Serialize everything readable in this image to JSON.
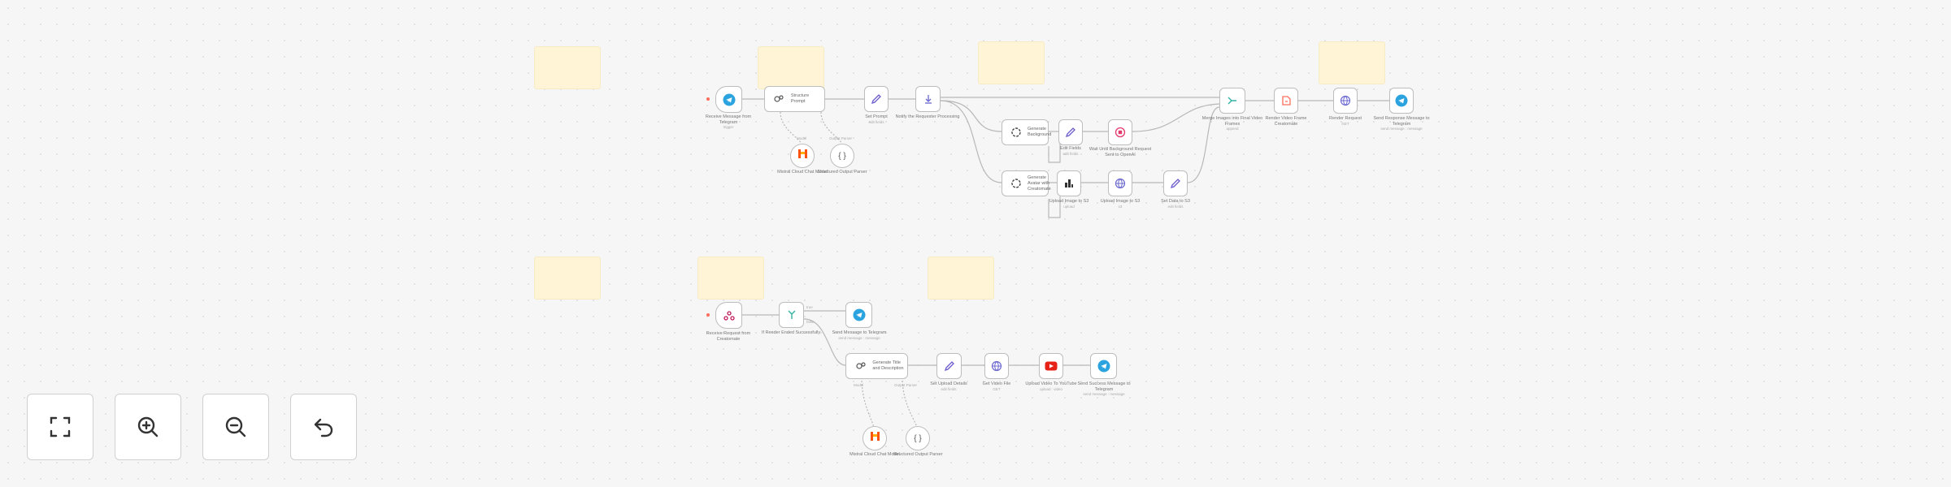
{
  "workflow": {
    "nodes": {
      "telegram_trigger": {
        "label": "Receive Message from Telegram",
        "sub": "trigger"
      },
      "extract_prompt": {
        "label": "Structure Prompt"
      },
      "set_prompt": {
        "label": "Set Prompt",
        "sub": "edit fields"
      },
      "notify_processing": {
        "label": "Notify the Requester Processing",
        "sub": ""
      },
      "generate_background": {
        "label": "Generate Background"
      },
      "edit_fields_a": {
        "label": "Edit Fields",
        "sub": "edit fields"
      },
      "wait_a": {
        "label": "Wait Until Background Request Sent to OpenAI",
        "sub": ""
      },
      "generate_avatar": {
        "label": "Generate Avatar with Creatomate"
      },
      "upload_a": {
        "label": "Upload Image to S3",
        "sub": "upload"
      },
      "upload_b": {
        "label": "Upload Image to S3",
        "sub": "s3"
      },
      "set_data_b": {
        "label": "Set Data to S3",
        "sub": "edit fields"
      },
      "merge": {
        "label": "Merge Images into Final Video Frames",
        "sub": "append"
      },
      "render_video": {
        "label": "Render Video Frame Creatomate"
      },
      "render_request": {
        "label": "Render Request",
        "sub": "GET"
      },
      "send_telegram": {
        "label": "Send Response Message to Telegram",
        "sub": "send message : message"
      },
      "mistral_a": {
        "label": "Mistral Cloud Chat Model"
      },
      "parser_a": {
        "label": "Structured Output Parser"
      },
      "trigger_b": {
        "label": "Receive Request from Creatomate"
      },
      "if_ready": {
        "label": "If Render Ended Successfully"
      },
      "send_msg_b": {
        "label": "Send Message to Telegram",
        "sub": "send message : message"
      },
      "generate_title": {
        "label": "Generate Title and Description"
      },
      "set_upload": {
        "label": "Set Upload Details",
        "sub": "edit fields"
      },
      "get_video": {
        "label": "Get Video File",
        "sub": "GET"
      },
      "upload_youtube": {
        "label": "Upload Video To YouTube",
        "sub": "upload : video"
      },
      "send_success": {
        "label": "Send Success Message to Telegram",
        "sub": "send message : message"
      },
      "mistral_b": {
        "label": "Mistral Cloud Chat Model"
      },
      "parser_b": {
        "label": "Structured Output Parser"
      }
    },
    "ports": {
      "model": "Model",
      "output_parser": "Output Parser",
      "true": "true",
      "false": "false"
    }
  },
  "controls": {
    "fit_view": "fit-view",
    "zoom_in": "zoom-in",
    "zoom_out": "zoom-out",
    "reset": "reset-zoom"
  },
  "colors": {
    "note": "#fff5d6",
    "telegram": "#2aa3de",
    "openai": "#444444",
    "edit": "#6a5acd",
    "http": "#6a67ce",
    "creatomate": "#ff6d5a",
    "youtube": "#e62117",
    "mistral": "#fa520f",
    "merge": "#32b2a3"
  }
}
